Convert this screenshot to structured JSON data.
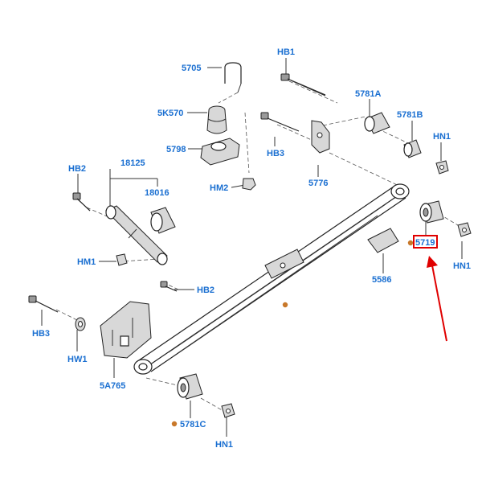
{
  "labels": {
    "l5705": "5705",
    "lHB1": "HB1",
    "l5K570": "5K570",
    "l5781A": "5781A",
    "l5781B": "5781B",
    "lHN1_top": "HN1",
    "l5798": "5798",
    "lHB3_mid": "HB3",
    "l18125": "18125",
    "lHB2_top": "HB2",
    "l18016": "18016",
    "lHM2": "HM2",
    "l5776": "5776",
    "l5719": "5719",
    "lHN1_right": "HN1",
    "l5586": "5586",
    "lHM1": "HM1",
    "lHB2_mid": "HB2",
    "lHB3_left": "HB3",
    "lHW1": "HW1",
    "l5A765": "5A765",
    "l5781C": "5781C",
    "lHN1_bottom": "HN1"
  },
  "colors": {
    "label": "#1a6fd1",
    "highlight_box": "#e00000",
    "arrow": "#e00000",
    "bullet": "#c8782a"
  }
}
